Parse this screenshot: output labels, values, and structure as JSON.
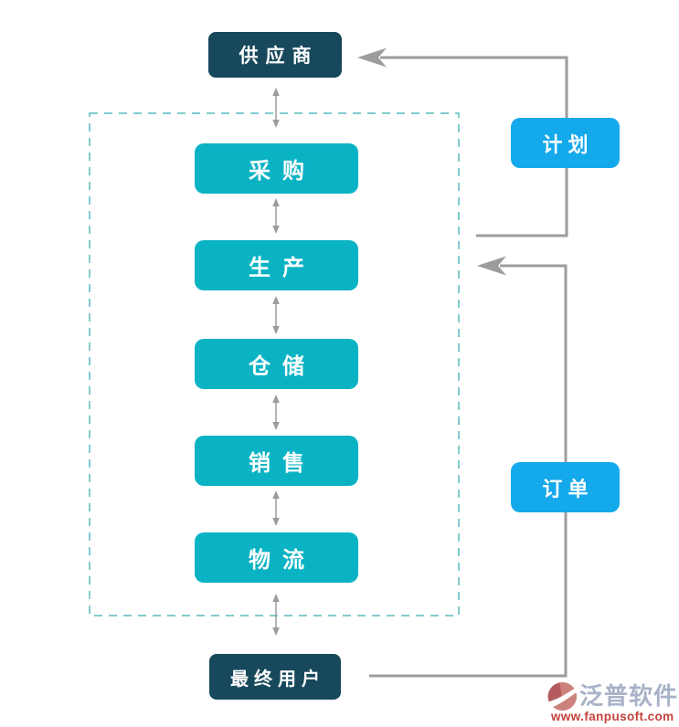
{
  "diagram": {
    "supplier": {
      "label": "供应商"
    },
    "process_chain": [
      {
        "id": "procurement",
        "label": "采购"
      },
      {
        "id": "production",
        "label": "生产"
      },
      {
        "id": "warehousing",
        "label": "仓储"
      },
      {
        "id": "sales",
        "label": "销售"
      },
      {
        "id": "logistics",
        "label": "物流"
      }
    ],
    "end_user": {
      "label": "最终用户"
    },
    "plan": {
      "label": "计划"
    },
    "order": {
      "label": "订单"
    }
  },
  "colors": {
    "node_teal": "#0AB3C4",
    "node_dark": "#17485C",
    "node_blue": "#14A9EB",
    "connector_gray": "#9C9C9C",
    "dashed_border": "#82CBCE",
    "text_white": "#FFFFFF",
    "brand_text": "#A8B2C8",
    "brand_red": "#C4423C",
    "logo_red_light": "#CD817D",
    "logo_red_dark": "#B35B5F"
  },
  "watermark": {
    "brand": "泛普软件",
    "url": "www.fanpusoft.com"
  }
}
